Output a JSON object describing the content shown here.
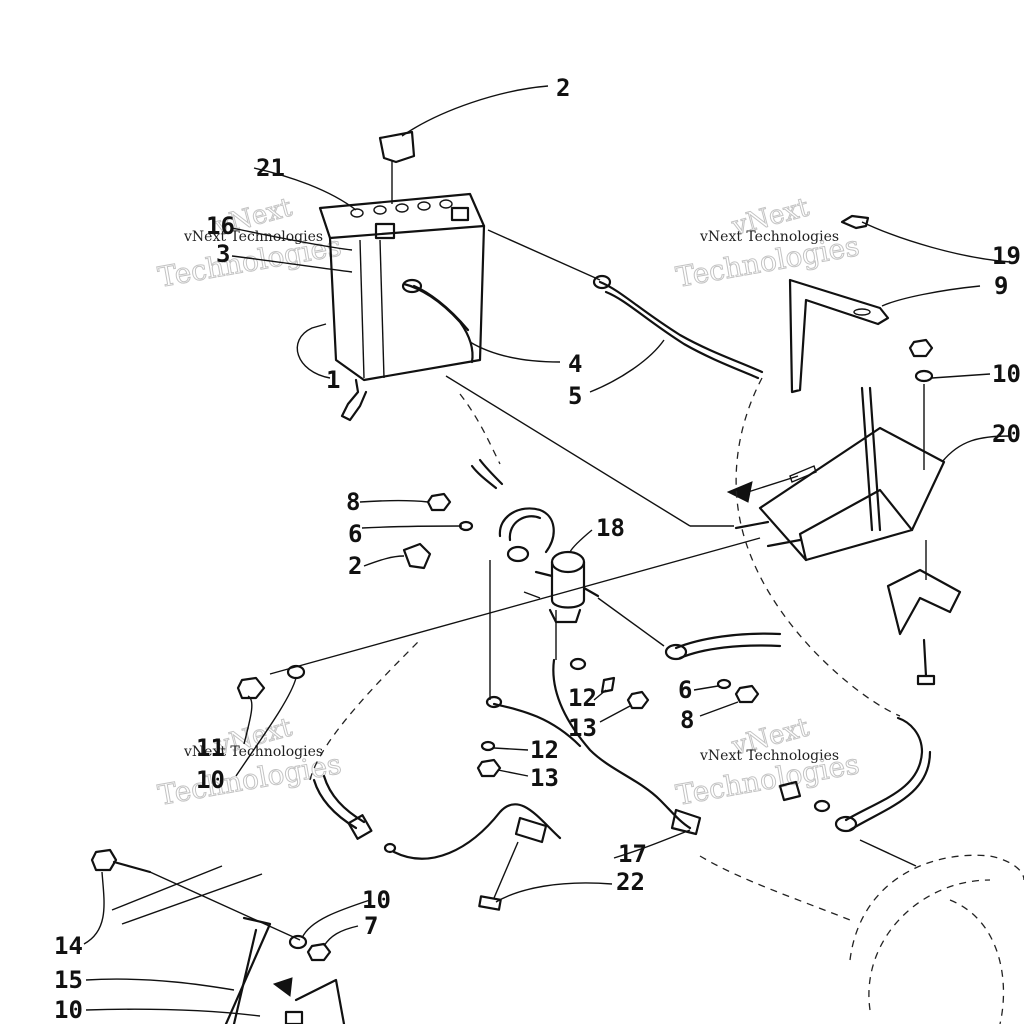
{
  "diagram": {
    "callouts": [
      {
        "id": "c-2-top",
        "label": "2"
      },
      {
        "id": "c-21",
        "label": "21"
      },
      {
        "id": "c-16",
        "label": "16"
      },
      {
        "id": "c-3",
        "label": "3"
      },
      {
        "id": "c-1",
        "label": "1"
      },
      {
        "id": "c-4",
        "label": "4"
      },
      {
        "id": "c-5",
        "label": "5"
      },
      {
        "id": "c-19",
        "label": "19"
      },
      {
        "id": "c-9",
        "label": "9"
      },
      {
        "id": "c-10-right",
        "label": "10"
      },
      {
        "id": "c-20",
        "label": "20"
      },
      {
        "id": "c-8-left",
        "label": "8"
      },
      {
        "id": "c-6-left",
        "label": "6"
      },
      {
        "id": "c-2-mid",
        "label": "2"
      },
      {
        "id": "c-18",
        "label": "18"
      },
      {
        "id": "c-6-right",
        "label": "6"
      },
      {
        "id": "c-8-right",
        "label": "8"
      },
      {
        "id": "c-12-a",
        "label": "12"
      },
      {
        "id": "c-13-a",
        "label": "13"
      },
      {
        "id": "c-12-b",
        "label": "12"
      },
      {
        "id": "c-13-b",
        "label": "13"
      },
      {
        "id": "c-11",
        "label": "11"
      },
      {
        "id": "c-10-left",
        "label": "10"
      },
      {
        "id": "c-17",
        "label": "17"
      },
      {
        "id": "c-22",
        "label": "22"
      },
      {
        "id": "c-10-bottom",
        "label": "10"
      },
      {
        "id": "c-7",
        "label": "7"
      },
      {
        "id": "c-14",
        "label": "14"
      },
      {
        "id": "c-15",
        "label": "15"
      },
      {
        "id": "c-10-corner",
        "label": "10"
      }
    ],
    "watermarks": [
      {
        "brand": "vNext",
        "line1": "vNext Technologies",
        "line2": "Technologies"
      },
      {
        "brand": "vNext",
        "line1": "vNext Technologies",
        "line2": "Technologies"
      },
      {
        "brand": "vNext",
        "line1": "vNext Technologies",
        "line2": "Technologies"
      },
      {
        "brand": "vNext",
        "line1": "vNext Technologies",
        "line2": "Technologies"
      }
    ]
  }
}
